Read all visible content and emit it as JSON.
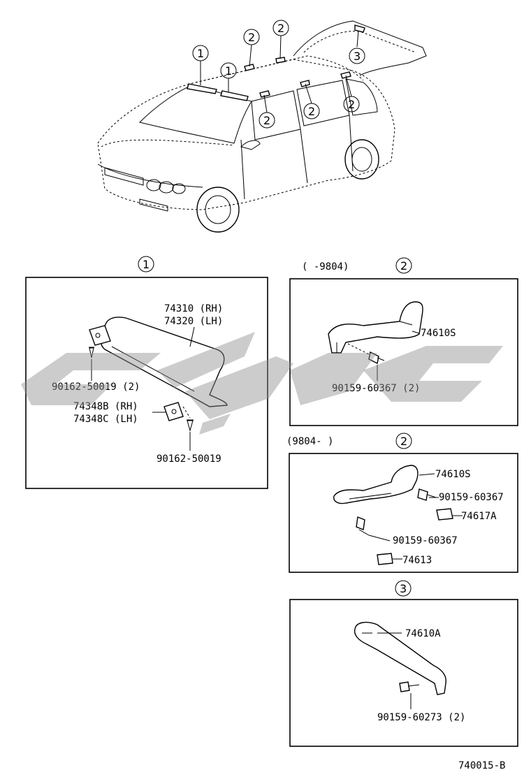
{
  "diagram": {
    "callouts": {
      "one": "1",
      "two": "2",
      "three": "3"
    },
    "section_one": {
      "visor_rh": "74310 (RH)",
      "visor_lh": "74320 (LH)",
      "screw_top": "90162-50019 (2)",
      "holder_rh": "74348B (RH)",
      "holder_lh": "74348C (LH)",
      "screw_bottom": "90162-50019"
    },
    "section_two_a": {
      "period": "(     -9804)",
      "grip": "74610S",
      "screw": "90159-60367 (2)"
    },
    "section_two_b": {
      "period": "(9804-     )",
      "grip": "74610S",
      "screw_a": "90159-60367",
      "cover_a": "74617A",
      "screw_b": "90159-60367",
      "cover_b": "74613"
    },
    "section_three": {
      "grip": "74610A",
      "screw": "90159-60273 (2)"
    },
    "figure_code": "740015-B"
  },
  "colors": {
    "line": "#000000",
    "watermark": "#8f8f8f",
    "background": "#ffffff"
  }
}
